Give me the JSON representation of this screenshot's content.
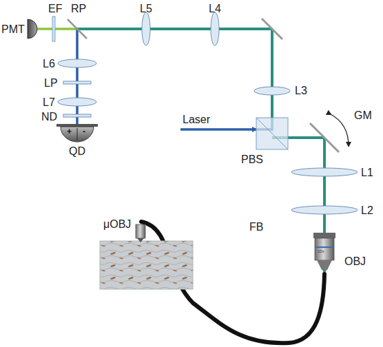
{
  "diagram": {
    "labels": [
      "EF",
      "RP",
      "L5",
      "L4",
      "PMT",
      "L3",
      "GM",
      "Laser",
      "PBS",
      "L1",
      "L6",
      "LP",
      "L7",
      "ND",
      "+",
      "-",
      "QD",
      "FB",
      "L2",
      "μOBJ",
      "OBJ",
      "10x"
    ]
  }
}
